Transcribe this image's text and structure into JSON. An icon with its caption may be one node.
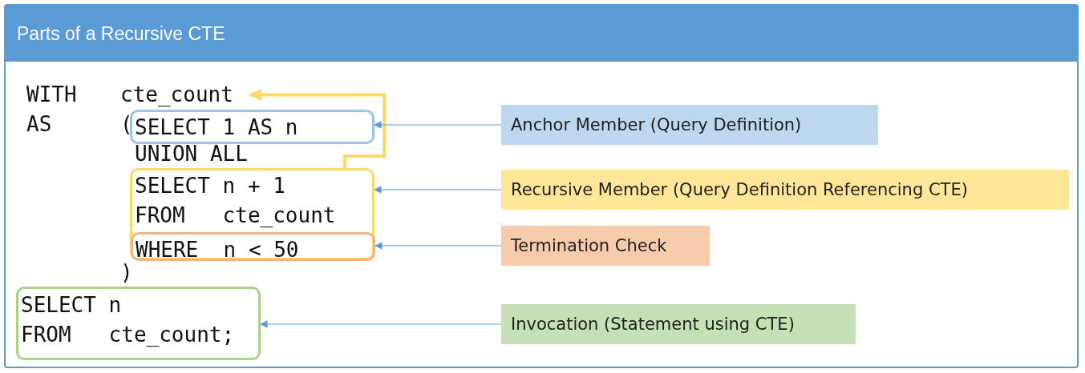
{
  "diagram": {
    "nodes": [
      {
        "text": [
          "Parts of a Recursive CTE"
        ]
      },
      {
        "text": [
          "cte_count"
        ],
        "in": 0
      },
      {
        "text": [
          "SELECT 1 AS n"
        ],
        "in": 0
      },
      {
        "text": [
          "SELECT n + 1",
          "FROM   cte_count"
        ],
        "in": 0
      },
      {
        "text": [
          "WHERE  n < 50"
        ],
        "in": 3
      },
      {
        "text": [
          "SELECT n",
          "FROM   cte_count;"
        ],
        "in": 0
      },
      {
        "text": [
          "Anchor Member (Query Definition)"
        ],
        "in": 0
      },
      {
        "text": [
          "Recursive Member (Query Definition Referencing CTE)"
        ],
        "in": 0
      },
      {
        "text": [
          "Termination Check"
        ],
        "in": 0
      },
      {
        "text": [
          "Invocation (Statement using CTE)"
        ],
        "in": 0
      }
    ],
    "edges": [
      {
        "from": 3,
        "to": 1,
        "arrow": "to",
        "color": "#ffd966",
        "style": "thick"
      },
      {
        "from": 6,
        "to": 2,
        "arrow": "to"
      },
      {
        "from": 7,
        "to": 3,
        "arrow": "to"
      },
      {
        "from": 8,
        "to": 4,
        "arrow": "to"
      },
      {
        "from": 9,
        "to": 5,
        "arrow": "to"
      }
    ],
    "labels": [
      "WITH",
      "AS",
      "(",
      "UNION ALL",
      ")"
    ]
  }
}
